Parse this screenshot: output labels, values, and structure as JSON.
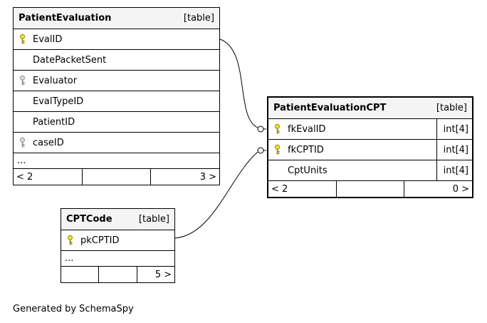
{
  "page": {
    "footer_note": "Generated by SchemaSpy"
  },
  "colors": {
    "header_bg": "#f4f4f4",
    "primary_key_fill": "#f0e532",
    "primary_key_stroke": "#8f8600",
    "index_key_fill": "#dcdcdc",
    "index_key_stroke": "#8a8a8a"
  },
  "tables": {
    "patientEvaluation": {
      "title": "PatientEvaluation",
      "tag": "[table]",
      "columns": [
        {
          "name": "EvalID",
          "key": "primary-key-icon"
        },
        {
          "name": "DatePacketSent",
          "key": "none"
        },
        {
          "name": "Evaluator",
          "key": "index-key-icon"
        },
        {
          "name": "EvalTypeID",
          "key": "none"
        },
        {
          "name": "PatientID",
          "key": "none"
        },
        {
          "name": "caseID",
          "key": "index-key-icon"
        },
        {
          "name": "...",
          "key": "none"
        }
      ],
      "footer": {
        "left": "< 2",
        "mid": "",
        "right": "3 >"
      }
    },
    "patientEvaluationCPT": {
      "title": "PatientEvaluationCPT",
      "tag": "[table]",
      "columns": [
        {
          "name": "fkEvalID",
          "type": "int[4]",
          "key": "primary-key-icon"
        },
        {
          "name": "fkCPTID",
          "type": "int[4]",
          "key": "primary-key-icon"
        },
        {
          "name": "CptUnits",
          "type": "int[4]",
          "key": "none"
        }
      ],
      "footer": {
        "left": "< 2",
        "mid": "",
        "right": "0 >"
      }
    },
    "cptCode": {
      "title": "CPTCode",
      "tag": "[table]",
      "columns": [
        {
          "name": "pkCPTID",
          "key": "primary-key-icon"
        },
        {
          "name": "...",
          "key": "none"
        }
      ],
      "footer": {
        "left": "",
        "mid": "",
        "right": "5 >"
      }
    }
  }
}
